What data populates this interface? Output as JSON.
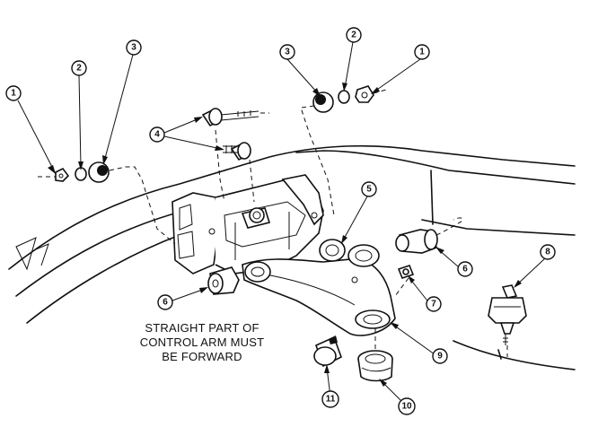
{
  "callouts": {
    "c1a": "1",
    "c2a": "2",
    "c3a": "3",
    "c1b": "1",
    "c2b": "2",
    "c3b": "3",
    "c4": "4",
    "c5": "5",
    "c6a": "6",
    "c6b": "6",
    "c7": "7",
    "c8": "8",
    "c9": "9",
    "c10": "10",
    "c11": "11"
  },
  "note": {
    "line1": "STRAIGHT PART OF",
    "line2": "CONTROL ARM MUST",
    "line3": "BE FORWARD"
  }
}
